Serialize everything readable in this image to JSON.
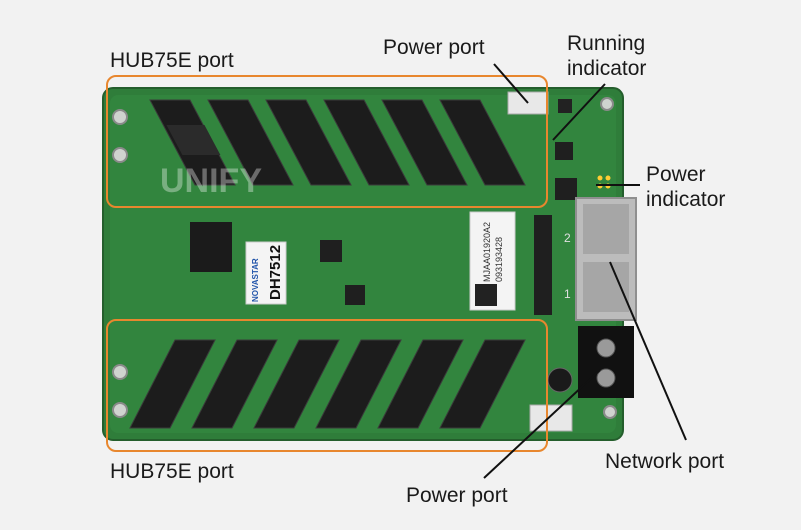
{
  "labels": {
    "hub_top": "HUB75E port",
    "hub_bottom": "HUB75E port",
    "power_port_top": "Power port",
    "power_port_bottom": "Power port",
    "running_indicator_line1": "Running",
    "running_indicator_line2": "indicator",
    "power_indicator_line1": "Power",
    "power_indicator_line2": "indicator",
    "network_port": "Network port"
  },
  "board": {
    "chip_brand": "NOVASTAR",
    "model": "DH7512",
    "serial_line1": "MJAA01920A2",
    "serial_line2": "093193428",
    "watermark": "UNIFY",
    "port_number_1": "1",
    "port_number_2": "2"
  },
  "colors": {
    "background": "#f2f2f2",
    "pcb": "#2f7d3a",
    "highlight_box": "#e8872e",
    "connector": "#1c1c1c",
    "leader_line": "#111111"
  }
}
